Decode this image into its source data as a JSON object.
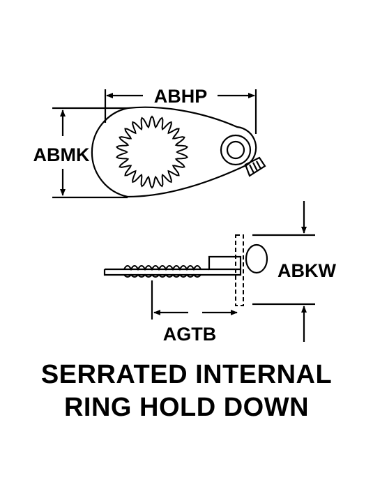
{
  "dimensions": {
    "width_label": "ABHP",
    "height_label": "ABMK",
    "thickness_label": "ABKW",
    "offset_label": "AGTB"
  },
  "caption": {
    "line1": "SERRATED INTERNAL",
    "line2": "RING HOLD DOWN"
  }
}
